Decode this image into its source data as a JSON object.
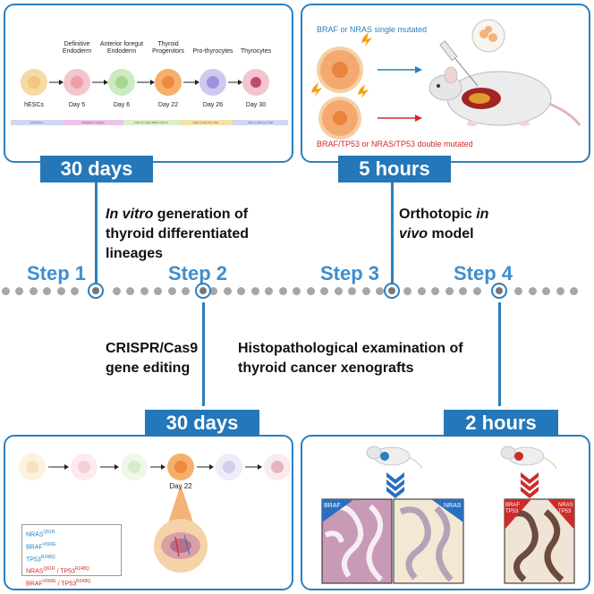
{
  "top_left": {
    "tag": "30 days",
    "stages": [
      {
        "top": "",
        "bottom": "hESCs",
        "color": "#f6d9a4",
        "core": "#f2c77e"
      },
      {
        "top": "Definitive Endoderm",
        "bottom": "Day 5",
        "color": "#f4c5cc",
        "core": "#ec9fab"
      },
      {
        "top": "Anterior foregut Endoderm",
        "bottom": "Day 6",
        "color": "#cdeac0",
        "core": "#a6d88f"
      },
      {
        "top": "Thyroid Progenitors",
        "bottom": "Day 22",
        "color": "#f5b06a",
        "core": "#ee8a3c"
      },
      {
        "top": "Pro-thyrocytes",
        "bottom": "Day 26",
        "color": "#cfc9ef",
        "core": "#9d93dc"
      },
      {
        "top": "Thyrocytes",
        "bottom": "Day 30",
        "color": "#f2c5cf",
        "core": "#c24a6a"
      }
    ],
    "bars": [
      {
        "label": "ACTIVIN A",
        "color": "#cfd8f2"
      },
      {
        "label": "NOGGIN / TGFβ ki",
        "color": "#ebc6ea"
      },
      {
        "label": "FGF 10, KGF, BMP4, FGF 2",
        "color": "#d8efc8"
      },
      {
        "label": "FGF 2, FGF 10, TSH",
        "color": "#f4e2a7"
      },
      {
        "label": "FGF 2, FGF 10, TSH",
        "color": "#cfd8f2"
      }
    ]
  },
  "top_right": {
    "tag": "5 hours",
    "single_label": "BRAF or NRAS single mutated",
    "double_label": "BRAF/TP53 or NRAS/TP53 double mutated"
  },
  "steps": [
    {
      "label": "Step 1",
      "desc_pre": "In vitro",
      "desc_post": " generation of thyroid differentiated lineages"
    },
    {
      "label": "Step 2",
      "desc": "CRISPR/Cas9 gene editing"
    },
    {
      "label": "Step 3",
      "desc_pre": "Orthotopic ",
      "desc_it": "in vivo",
      "desc_post": " model"
    },
    {
      "label": "Step 4",
      "desc": "Histopathological examination of thyroid cancer xenografts"
    }
  ],
  "bottom_left": {
    "tag": "30 days",
    "day_label": "Day 22",
    "mutations": [
      {
        "base": "NRAS",
        "sup": "Q61R",
        "color": "#2a7fbf"
      },
      {
        "base": "BRAF",
        "sup": "V600E",
        "color": "#2a7fbf"
      },
      {
        "base": "TP53",
        "sup": "R248Q",
        "color": "#2a7fbf"
      },
      {
        "base": "NRAS",
        "sup": "Q61R",
        "base2": " / TP53",
        "sup2": "R248Q",
        "color": "#d02a2a"
      },
      {
        "base": "BRAF",
        "sup": "V600E",
        "base2": " / TP53",
        "sup2": "R248Q",
        "color": "#d02a2a"
      }
    ]
  },
  "bottom_right": {
    "tag": "2 hours",
    "tiles": [
      {
        "label": "BRAF",
        "color": "#2a6fbf"
      },
      {
        "label": "NRAS",
        "color": "#2a6fbf"
      },
      {
        "label": "BRAF\nTP53",
        "color": "#d02a2a"
      },
      {
        "label": "NRAS\nTP53",
        "color": "#d02a2a"
      }
    ]
  },
  "colors": {
    "accent": "#2a7fbf",
    "step": "#3d8fd0",
    "tag": "#2477b8",
    "red": "#d02a2a"
  }
}
